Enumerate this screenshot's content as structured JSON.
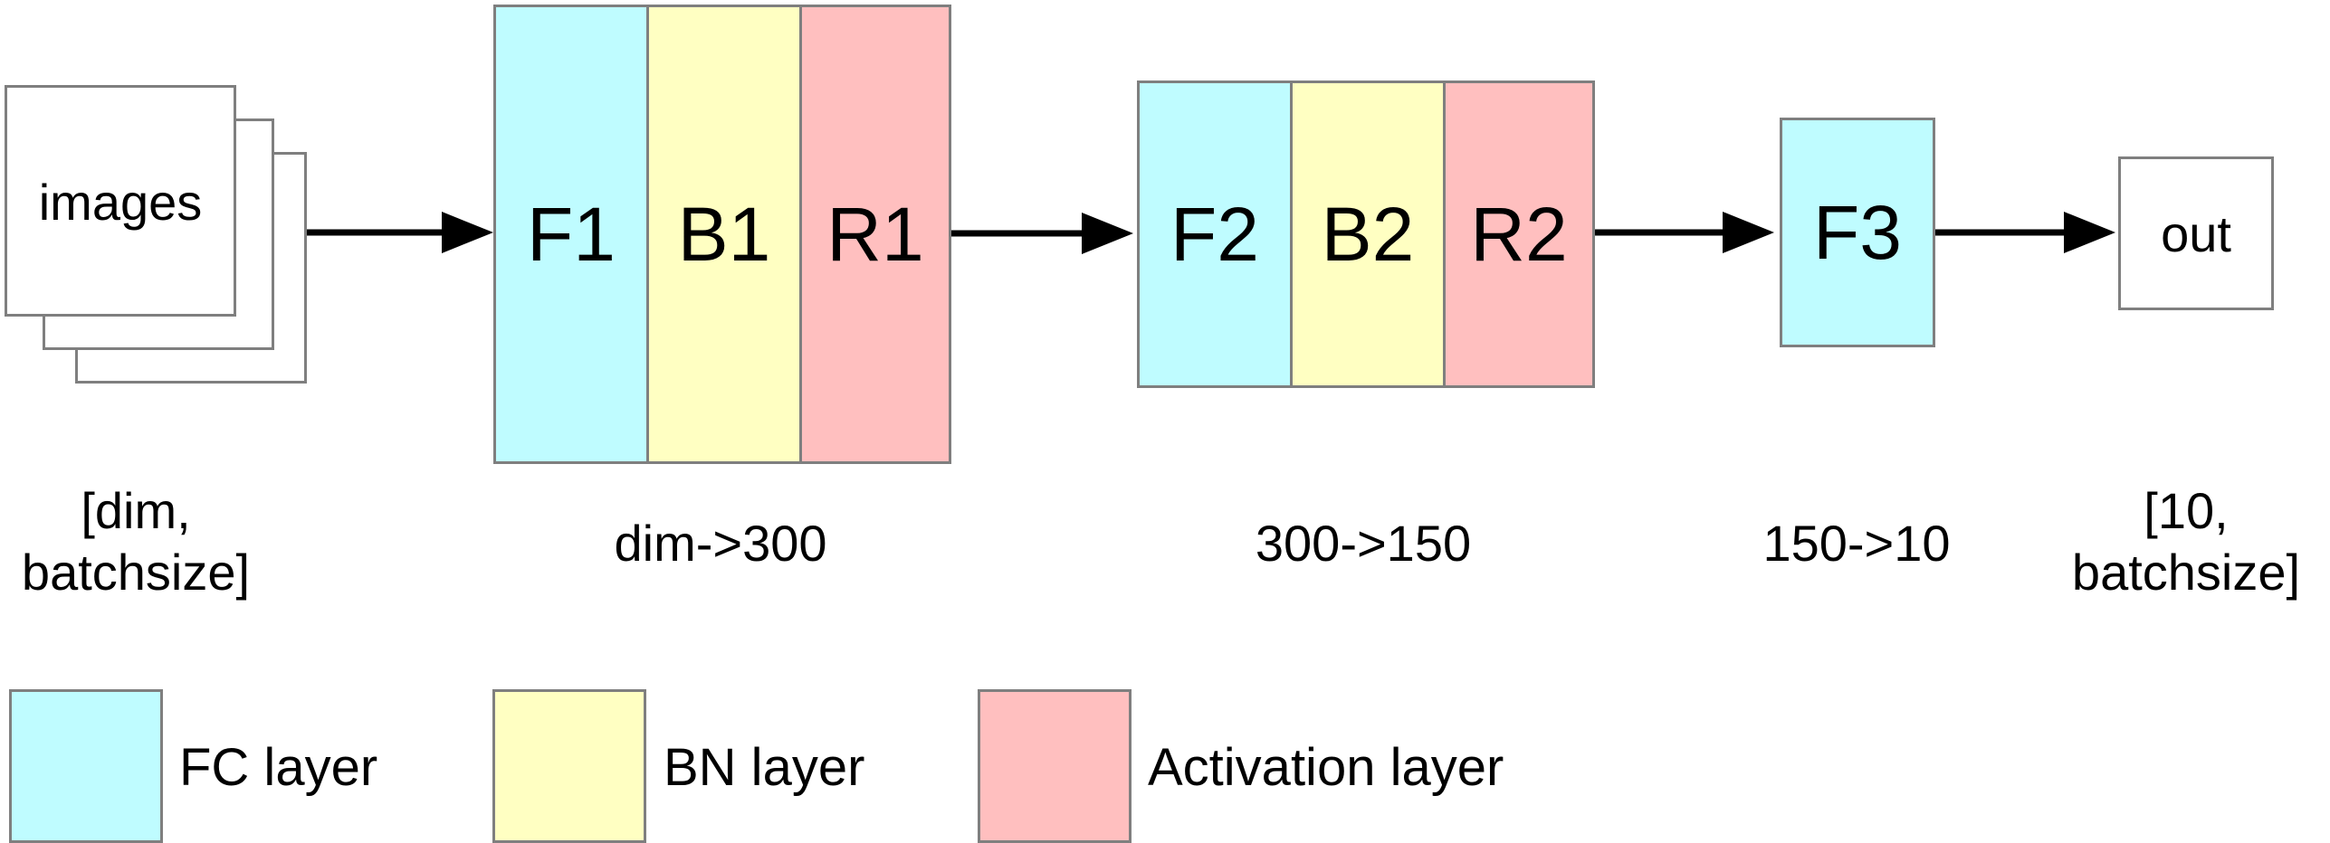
{
  "colors": {
    "fc": "#bffcff",
    "bn": "#ffffc2",
    "act": "#ffbfbf",
    "border": "#7f7f7f"
  },
  "input": {
    "label": "images",
    "dims_line1": "[dim,",
    "dims_line2": "batchsize]"
  },
  "block1": {
    "fc": "F1",
    "bn": "B1",
    "act": "R1",
    "size": "dim->300"
  },
  "block2": {
    "fc": "F2",
    "bn": "B2",
    "act": "R2",
    "size": "300->150"
  },
  "block3": {
    "fc": "F3",
    "size": "150->10"
  },
  "output": {
    "label": "out",
    "dims_line1": "[10,",
    "dims_line2": "batchsize]"
  },
  "legend": {
    "fc": "FC layer",
    "bn": "BN layer",
    "act": "Activation layer"
  }
}
